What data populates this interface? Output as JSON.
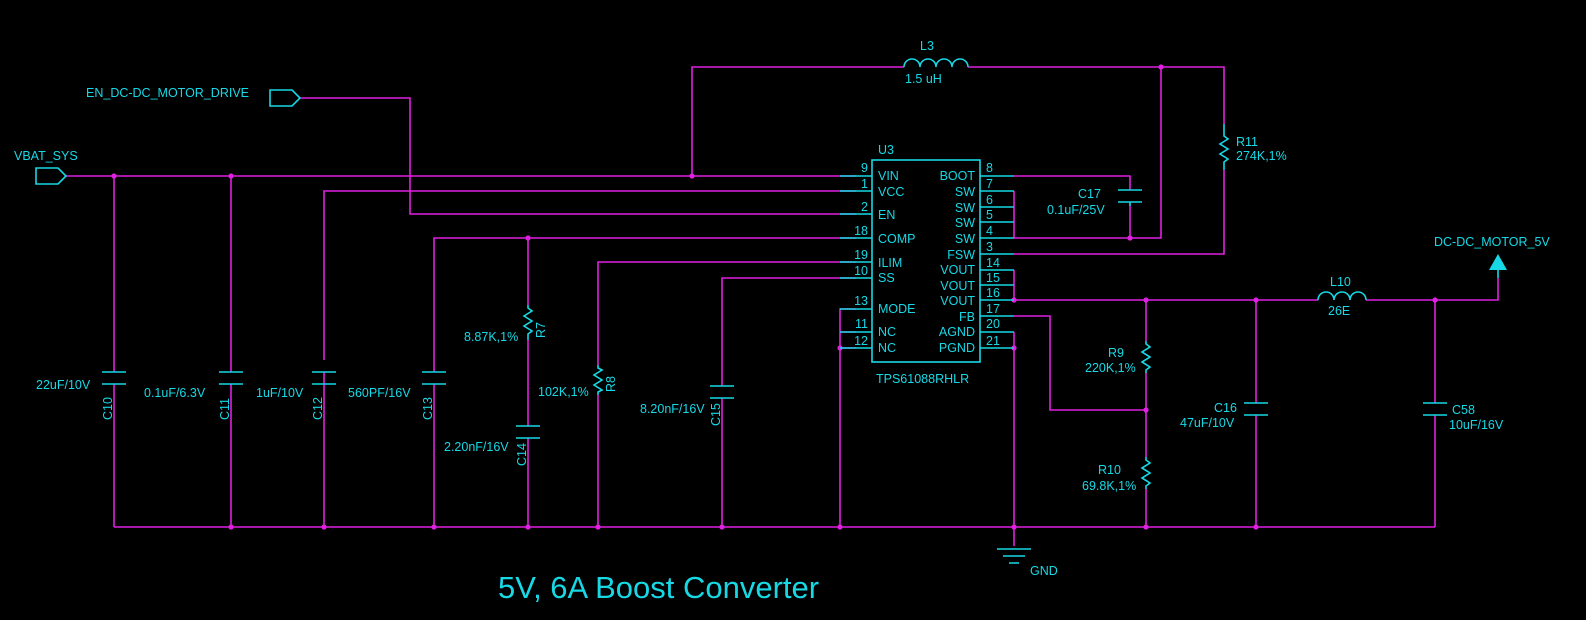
{
  "title": "5V, 6A Boost Converter",
  "colors": {
    "background": "#000000",
    "wire": "#e020e0",
    "component": "#17d9e6"
  },
  "nets": {
    "vbat": "VBAT_SYS",
    "enable": "EN_DC-DC_MOTOR_DRIVE",
    "output": "DC-DC_MOTOR_5V",
    "ground": "GND"
  },
  "ic": {
    "ref": "U3",
    "part": "TPS61088RHLR",
    "left_pins": [
      {
        "num": "9",
        "name": "VIN"
      },
      {
        "num": "1",
        "name": "VCC"
      },
      {
        "num": "2",
        "name": "EN"
      },
      {
        "num": "18",
        "name": "COMP"
      },
      {
        "num": "19",
        "name": "ILIM"
      },
      {
        "num": "10",
        "name": "SS"
      },
      {
        "num": "13",
        "name": "MODE"
      },
      {
        "num": "11",
        "name": "NC"
      },
      {
        "num": "12",
        "name": "NC"
      }
    ],
    "right_pins": [
      {
        "num": "8",
        "name": "BOOT"
      },
      {
        "num": "7",
        "name": "SW"
      },
      {
        "num": "6",
        "name": "SW"
      },
      {
        "num": "5",
        "name": "SW"
      },
      {
        "num": "4",
        "name": "SW"
      },
      {
        "num": "3",
        "name": "FSW"
      },
      {
        "num": "14",
        "name": "VOUT"
      },
      {
        "num": "15",
        "name": "VOUT"
      },
      {
        "num": "16",
        "name": "VOUT"
      },
      {
        "num": "17",
        "name": "FB"
      },
      {
        "num": "20",
        "name": "AGND"
      },
      {
        "num": "21",
        "name": "PGND"
      }
    ]
  },
  "components": {
    "L3": {
      "ref": "L3",
      "value": "1.5 uH"
    },
    "L10": {
      "ref": "L10",
      "value": "26E"
    },
    "R11": {
      "ref": "R11",
      "value": "274K,1%"
    },
    "R7": {
      "ref": "R7",
      "value": "8.87K,1%"
    },
    "R8": {
      "ref": "R8",
      "value": "102K,1%"
    },
    "R9": {
      "ref": "R9",
      "value": "220K,1%"
    },
    "R10": {
      "ref": "R10",
      "value": "69.8K,1%"
    },
    "C10": {
      "ref": "C10",
      "value": "22uF/10V"
    },
    "C11": {
      "ref": "C11",
      "value": "0.1uF/6.3V"
    },
    "C12": {
      "ref": "C12",
      "value": "1uF/10V"
    },
    "C13": {
      "ref": "C13",
      "value": "560PF/16V"
    },
    "C14": {
      "ref": "C14",
      "value": "2.20nF/16V"
    },
    "C15": {
      "ref": "C15",
      "value": "8.20nF/16V"
    },
    "C16": {
      "ref": "C16",
      "value": "47uF/10V"
    },
    "C17": {
      "ref": "C17",
      "value": "0.1uF/25V"
    },
    "C58": {
      "ref": "C58",
      "value": "10uF/16V"
    }
  }
}
